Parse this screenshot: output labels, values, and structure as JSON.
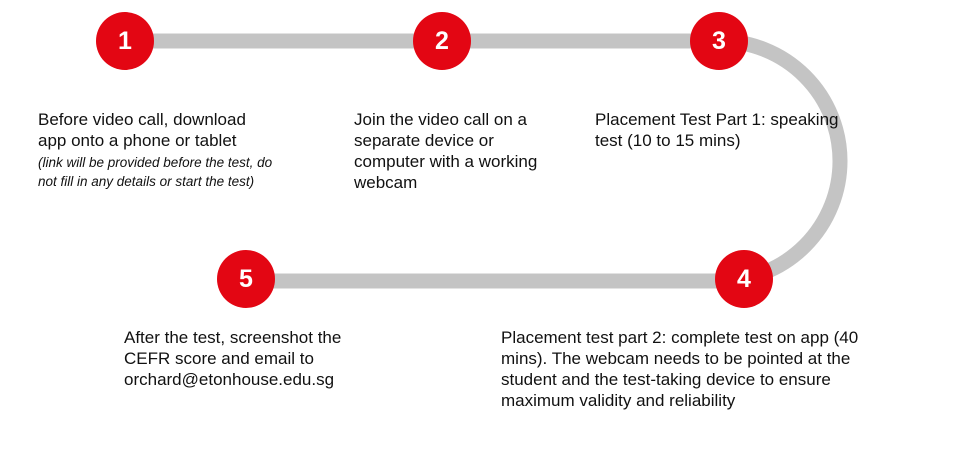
{
  "colors": {
    "accent": "#e30613",
    "track": "#c4c4c4"
  },
  "steps": [
    {
      "number": "1",
      "text": "Before video call, download app onto a phone or tablet",
      "note": "(link will be provided before the test, do not fill in any details or start the test)"
    },
    {
      "number": "2",
      "text": "Join the video call on a separate device or computer with a working webcam"
    },
    {
      "number": "3",
      "text": "Placement Test Part 1: speaking test (10 to 15 mins)"
    },
    {
      "number": "4",
      "text": "Placement test part 2: complete test on app (40 mins). The webcam needs to be pointed at the student and the test-taking device to ensure maximum validity and reliability"
    },
    {
      "number": "5",
      "text": "After the test, screenshot the CEFR score and email to orchard@etonhouse.edu.sg"
    }
  ]
}
